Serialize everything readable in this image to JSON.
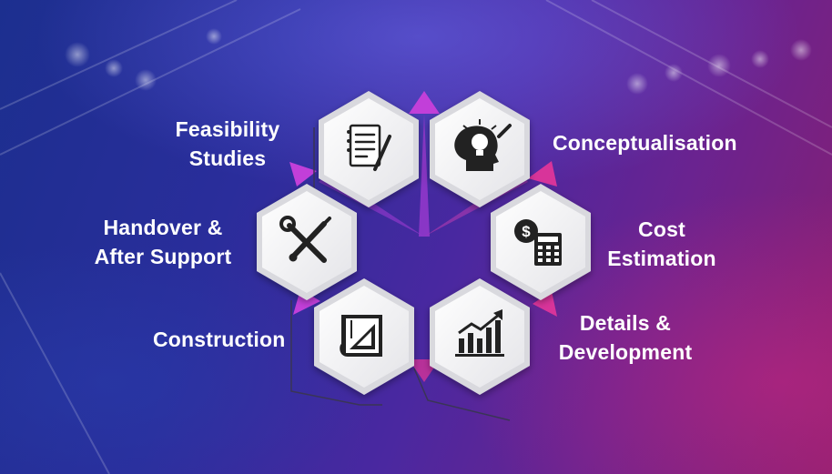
{
  "steps": [
    {
      "label": "Feasibility\nStudies",
      "icon": "document-pencil-icon"
    },
    {
      "label": "Conceptualisation",
      "icon": "head-lightbulb-icon"
    },
    {
      "label": "Handover &\nAfter Support",
      "icon": "wrench-screwdriver-icon"
    },
    {
      "label": "Cost\nEstimation",
      "icon": "dollar-calculator-icon"
    },
    {
      "label": "Construction",
      "icon": "blueprint-ruler-icon"
    },
    {
      "label": "Details &\nDevelopment",
      "icon": "growth-chart-icon"
    }
  ],
  "colors": {
    "accent_magenta": "#c23fd9",
    "accent_pink": "#d8349a",
    "hex_fill": "#f2f2f4",
    "icon": "#222222"
  }
}
